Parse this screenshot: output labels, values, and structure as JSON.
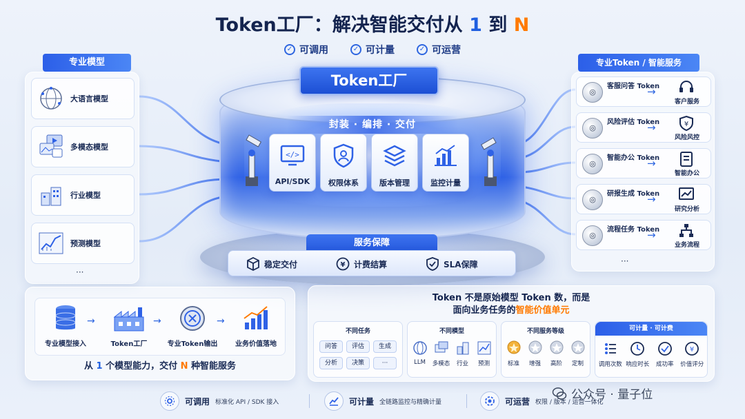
{
  "header": {
    "title_main": "Token工厂：解决智能交付从 ",
    "title_n1": "1",
    "title_mid": " 到 ",
    "title_n2": "N",
    "checks": [
      "可调用",
      "可计量",
      "可运营"
    ]
  },
  "left_panel": {
    "title": "专业模型",
    "items": [
      {
        "label": "大语言模型",
        "icon": "network-sphere-icon"
      },
      {
        "label": "多模态模型",
        "icon": "media-stack-icon"
      },
      {
        "label": "行业模型",
        "icon": "building-cubes-icon"
      },
      {
        "label": "预测模型",
        "icon": "line-chart-icon"
      }
    ],
    "more": "···"
  },
  "right_panel": {
    "title": "专业Token / 智能服务",
    "items": [
      {
        "token": "客服问答 Token",
        "service": "客户服务",
        "icon": "headset-icon"
      },
      {
        "token": "风险评估 Token",
        "service": "风险风控",
        "icon": "shield-yen-icon"
      },
      {
        "token": "智能办公 Token",
        "service": "智能办公",
        "icon": "document-icon"
      },
      {
        "token": "研报生成 Token",
        "service": "研究分析",
        "icon": "trend-chart-icon"
      },
      {
        "token": "流程任务 Token",
        "service": "业务流程",
        "icon": "flowchart-icon"
      }
    ],
    "more": "···"
  },
  "factory": {
    "label": "Token工厂",
    "subtitle": "封装 · 编排 · 交付",
    "tiles": [
      {
        "label": "API/SDK",
        "icon": "code-icon"
      },
      {
        "label": "权限体系",
        "icon": "user-shield-icon"
      },
      {
        "label": "版本管理",
        "icon": "layers-icon"
      },
      {
        "label": "监控计量",
        "icon": "bar-chart-icon"
      }
    ],
    "service_title": "服务保障",
    "service_items": [
      {
        "label": "稳定交付",
        "icon": "cube-icon"
      },
      {
        "label": "计费结算",
        "icon": "yen-circle-icon"
      },
      {
        "label": "SLA保障",
        "icon": "check-shield-icon"
      }
    ]
  },
  "flow": {
    "steps": [
      {
        "label": "专业模型接入",
        "icon": "database-icon"
      },
      {
        "label": "Token工厂",
        "icon": "factory-icon"
      },
      {
        "label": "专业Token输出",
        "icon": "coin-icon"
      },
      {
        "label": "业务价值落地",
        "icon": "growth-chart-icon"
      }
    ],
    "footer_a": "从 ",
    "footer_n1": "1",
    "footer_b": " 个模型能力，交付 ",
    "footer_n2": "N",
    "footer_c": " 种智能服务"
  },
  "value_unit": {
    "line1": "Token 不是原始模型 Token 数，而是",
    "line2_prefix": "面向业务任务的",
    "line2_highlight": "智能价值单元",
    "tasks": {
      "title": "不同任务",
      "chips": [
        "问答",
        "评估",
        "生成",
        "分析",
        "决策",
        "···"
      ]
    },
    "models": {
      "title": "不同模型",
      "items": [
        "LLM",
        "多模态",
        "行业",
        "预测"
      ]
    },
    "levels": {
      "title": "不同服务等级",
      "items": [
        "标准",
        "增强",
        "高阶",
        "定制"
      ]
    },
    "billing": {
      "title": "可计量 · 可计费",
      "items": [
        "调用次数",
        "响应时长",
        "成功率",
        "价值评分"
      ]
    }
  },
  "bottom_strip": [
    {
      "title": "可调用",
      "desc": "标准化 API / SDK 接入"
    },
    {
      "title": "可计量",
      "desc": "全链路监控与精确计量"
    },
    {
      "title": "可运营",
      "desc": "权限 / 版本 / 运营一体化"
    }
  ],
  "watermark": "公众号 · 量子位",
  "colors": {
    "accent": "#2c5fe8",
    "highlight": "#ff7a00",
    "navy": "#14244f"
  }
}
